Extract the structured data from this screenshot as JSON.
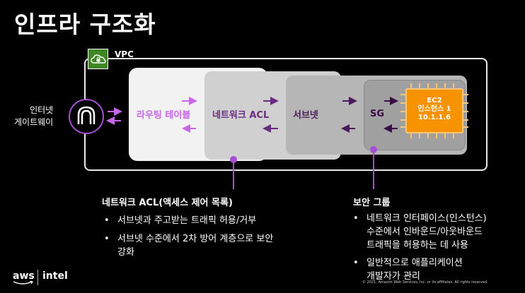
{
  "title": "인프라 구조화",
  "vpc": {
    "label": "VPC"
  },
  "internet_gateway": {
    "line1": "인터넷",
    "line2": "게이트웨이"
  },
  "layers": {
    "route_table": "라우팅 테이블",
    "network_acl": "네트워크 ACL",
    "subnet": "서브넷",
    "security_group": "SG"
  },
  "ec2": {
    "line1": "EC2",
    "line2": "인스턴스 1",
    "line3": "10.1.1.6"
  },
  "acl_description": {
    "title": "네트워크 ACL(액세스 제어 목록)",
    "bullets": [
      [
        "서브넷과 주고받는 트래픽 허용/거부"
      ],
      [
        "서브넷 수준에서 2차 방어 계층으로 보안",
        "강화"
      ]
    ]
  },
  "sg_description": {
    "title": "보안 그룹",
    "bullets": [
      [
        "네트워크 인터페이스(인스턴스)",
        "수준에서 인바운드/아웃바운드",
        "트래픽을 허용하는 데 사용"
      ],
      [
        "일반적으로 애플리케이션",
        "개발자가 관리"
      ]
    ]
  },
  "footer": {
    "aws": "aws",
    "intel": "intel",
    "copyright": "© 2021, Amazon Web Services, Inc. or its affiliates. All rights reserved."
  },
  "colors": {
    "background": "#000000",
    "vpc_green": "#3f8624",
    "ec2_orange": "#f79200",
    "arrow_light": "#c766e8",
    "arrow_mid": "#6b2a82",
    "arrow_dark": "#3a0c45",
    "pointer_purple": "#a64fd4"
  }
}
